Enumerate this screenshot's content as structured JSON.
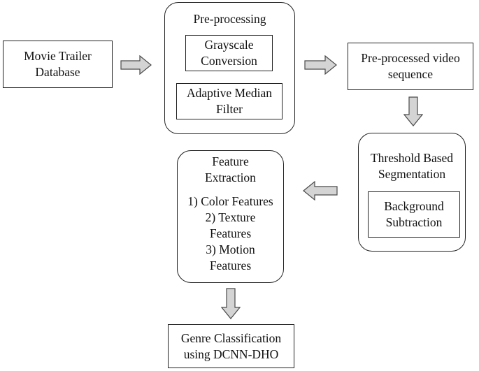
{
  "nodes": {
    "database": {
      "lines": [
        "Movie Trailer",
        "Database"
      ]
    },
    "preprocessing": {
      "title": "Pre-processing",
      "grayscale": {
        "lines": [
          "Grayscale",
          "Conversion"
        ]
      },
      "median": {
        "lines": [
          "Adaptive Median",
          "Filter"
        ]
      }
    },
    "preprocessed_video": {
      "lines": [
        "Pre-processed video",
        "sequence"
      ]
    },
    "segmentation": {
      "title": [
        "Threshold Based",
        "Segmentation"
      ],
      "background": {
        "lines": [
          "Background",
          "Subtraction"
        ]
      }
    },
    "feature_extraction": {
      "title": [
        "Feature",
        "Extraction"
      ],
      "items": [
        "1) Color Features",
        "2) Texture",
        "Features",
        "3) Motion",
        "Features"
      ]
    },
    "genre": {
      "lines": [
        "Genre Classification",
        "using DCNN-DHO"
      ]
    }
  },
  "colors": {
    "arrow_fill": "#d4d4d4",
    "arrow_stroke": "#4a4a4a",
    "border": "#222222"
  }
}
